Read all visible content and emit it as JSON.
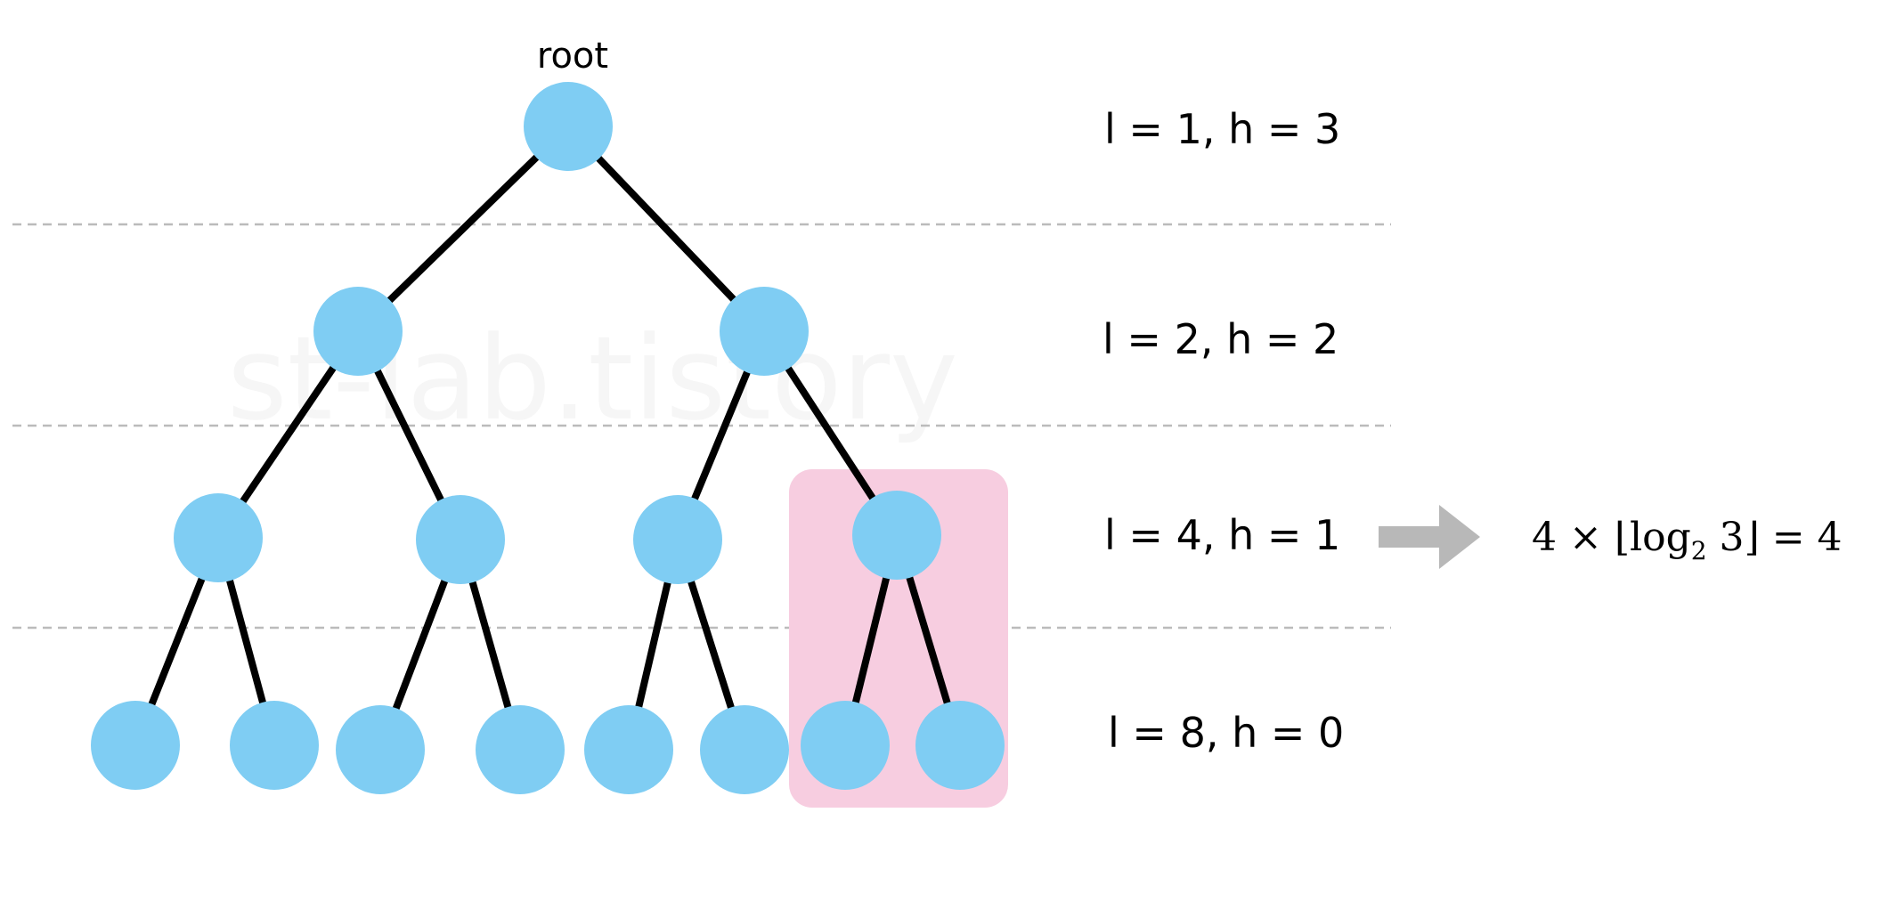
{
  "root_label": "root",
  "watermark": "st-lab.tistory",
  "levels": [
    {
      "text": "l = 1, h = 3"
    },
    {
      "text": "l = 2, h = 2"
    },
    {
      "text": "l = 4, h = 1"
    },
    {
      "text": "l = 8, h = 0"
    }
  ],
  "formula": {
    "prefix": "4 × ⌊log",
    "subscript": "2",
    "suffix": " 3⌋ = 4"
  },
  "colors": {
    "node": "#7fcdf3",
    "edge": "#000000",
    "highlight": "#f7cde0",
    "divider": "#bbbbbb",
    "arrow": "#b8b8b8"
  }
}
